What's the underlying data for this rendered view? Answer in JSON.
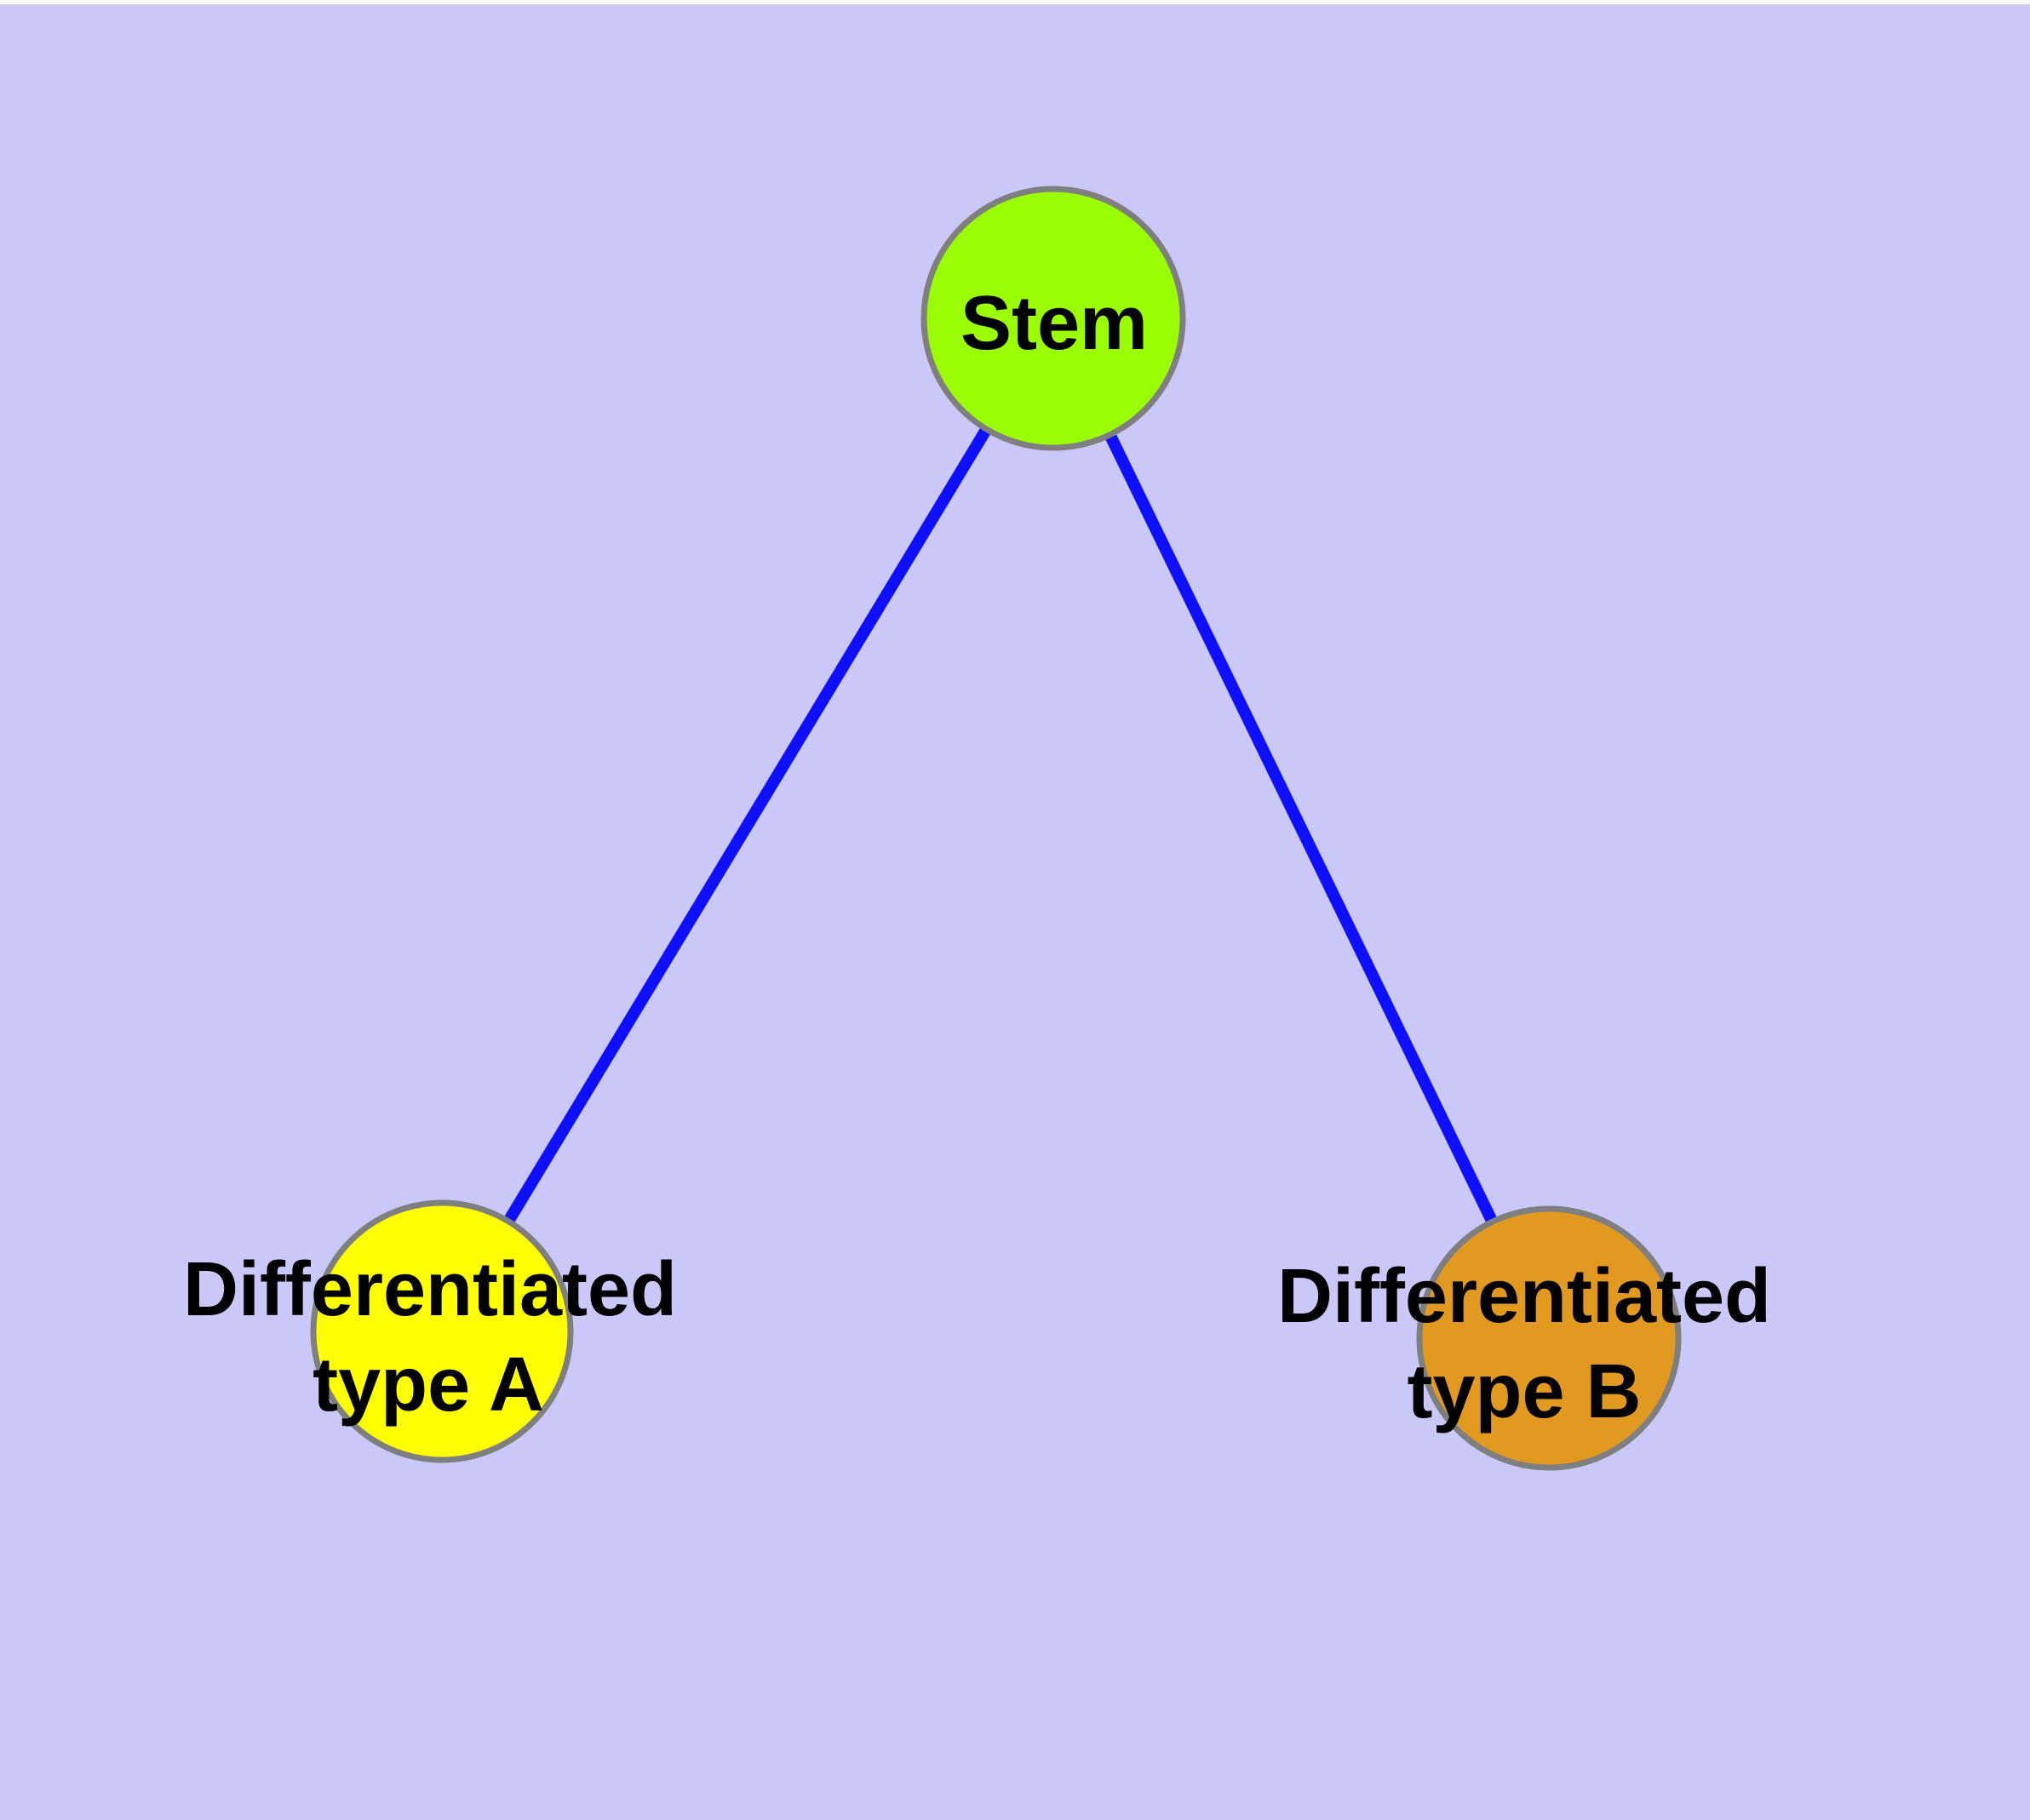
{
  "canvas": {
    "margin_color": "#ffffff",
    "background_color": "#c9c8f8"
  },
  "graph": {
    "type": "node-link-diagram",
    "description": "Stem cell differentiation tree with one root node and two leaf nodes",
    "edge_color": "#0f0fff",
    "node_border_color": "#7f7f7f",
    "label_color": "#000000",
    "nodes": [
      {
        "id": "stem",
        "label": "Stem",
        "fill": "#9bfd02"
      },
      {
        "id": "differentiated-type-a",
        "label_line1": "Differentiated",
        "label_line2": "type A",
        "fill": "#ffff00"
      },
      {
        "id": "differentiated-type-b",
        "label_line1": "Differentiated",
        "label_line2": "type B",
        "fill": "#e2991f"
      }
    ],
    "edges": [
      {
        "from": "Stem",
        "to": "Differentiated type A"
      },
      {
        "from": "Stem",
        "to": "Differentiated type B"
      }
    ]
  }
}
